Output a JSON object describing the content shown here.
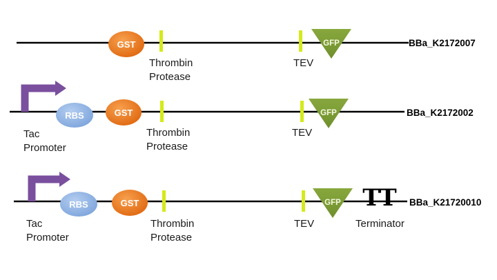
{
  "constructs": [
    {
      "id": "BBa_K2172007",
      "parts": {
        "gst": "GST",
        "gfp": "GFP"
      },
      "labels": {
        "thrombin_1": "Thrombin",
        "thrombin_2": "Protease",
        "tev": "TEV"
      }
    },
    {
      "id": "BBa_K2172002",
      "parts": {
        "rbs": "RBS",
        "gst": "GST",
        "gfp": "GFP"
      },
      "labels": {
        "tac_1": "Tac",
        "tac_2": "Promoter",
        "thrombin_1": "Thrombin",
        "thrombin_2": "Protease",
        "tev": "TEV"
      }
    },
    {
      "id": "BBa_K21720010",
      "parts": {
        "rbs": "RBS",
        "gst": "GST",
        "gfp": "GFP",
        "terminator_symbol": "TT"
      },
      "labels": {
        "tac_1": "Tac",
        "tac_2": "Promoter",
        "thrombin_1": "Thrombin",
        "thrombin_2": "Protease",
        "tev": "TEV",
        "terminator": "Terminator"
      }
    }
  ],
  "colors": {
    "backbone": "#000000",
    "promoter_arrow": "#7a4f9e",
    "rbs": "#8fb3e3",
    "gst": "#ee7a1c",
    "protease_site": "#d4ea1a",
    "gfp": "#7c9c35"
  }
}
